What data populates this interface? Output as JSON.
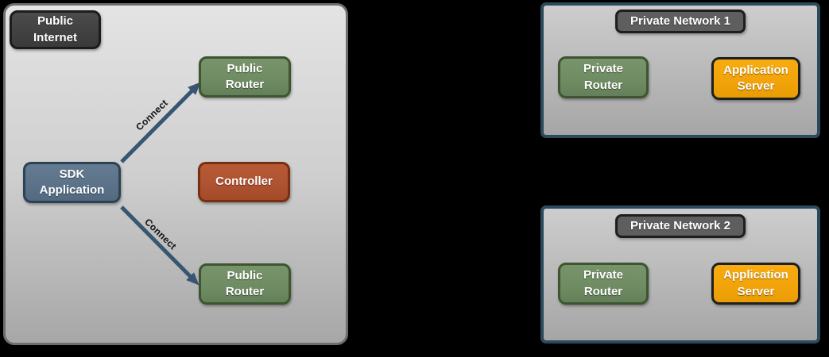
{
  "colors": {
    "background": "#000000",
    "zone_border": "#6e6e6e",
    "zone_fill_top": "#e4e4e4",
    "zone_fill_bottom": "#a7a7a7",
    "dark_label_fill": "#434343",
    "dark_label_border": "#1c1c1c",
    "router_green_fill": "#6e8b62",
    "router_green_border": "#3d5531",
    "sdk_blue_fill": "#5b7289",
    "sdk_blue_border": "#2d4254",
    "controller_rust_fill": "#ae5231",
    "controller_rust_border": "#782f12",
    "server_orange_fill": "#f2a30a",
    "server_orange_border": "#1f1f1f",
    "network_border": "#2d4a5c",
    "network_title_fill": "#5e5e5e",
    "network_title_border": "#1e1e1e",
    "arrow": "#385571",
    "node_text": "#ffffff",
    "edge_label_text": "#111111"
  },
  "public_zone": {
    "title": "Public\nInternet",
    "nodes": {
      "public_router_top": "Public\nRouter",
      "sdk_application": "SDK\nApplication",
      "controller": "Controller",
      "public_router_bottom": "Public\nRouter"
    },
    "edges": {
      "top": "Connect",
      "bottom": "Connect"
    }
  },
  "private_networks": [
    {
      "title": "Private Network 1",
      "nodes": {
        "private_router": "Private\nRouter",
        "application_server": "Application\nServer"
      }
    },
    {
      "title": "Private Network 2",
      "nodes": {
        "private_router": "Private\nRouter",
        "application_server": "Application\nServer"
      }
    }
  ]
}
